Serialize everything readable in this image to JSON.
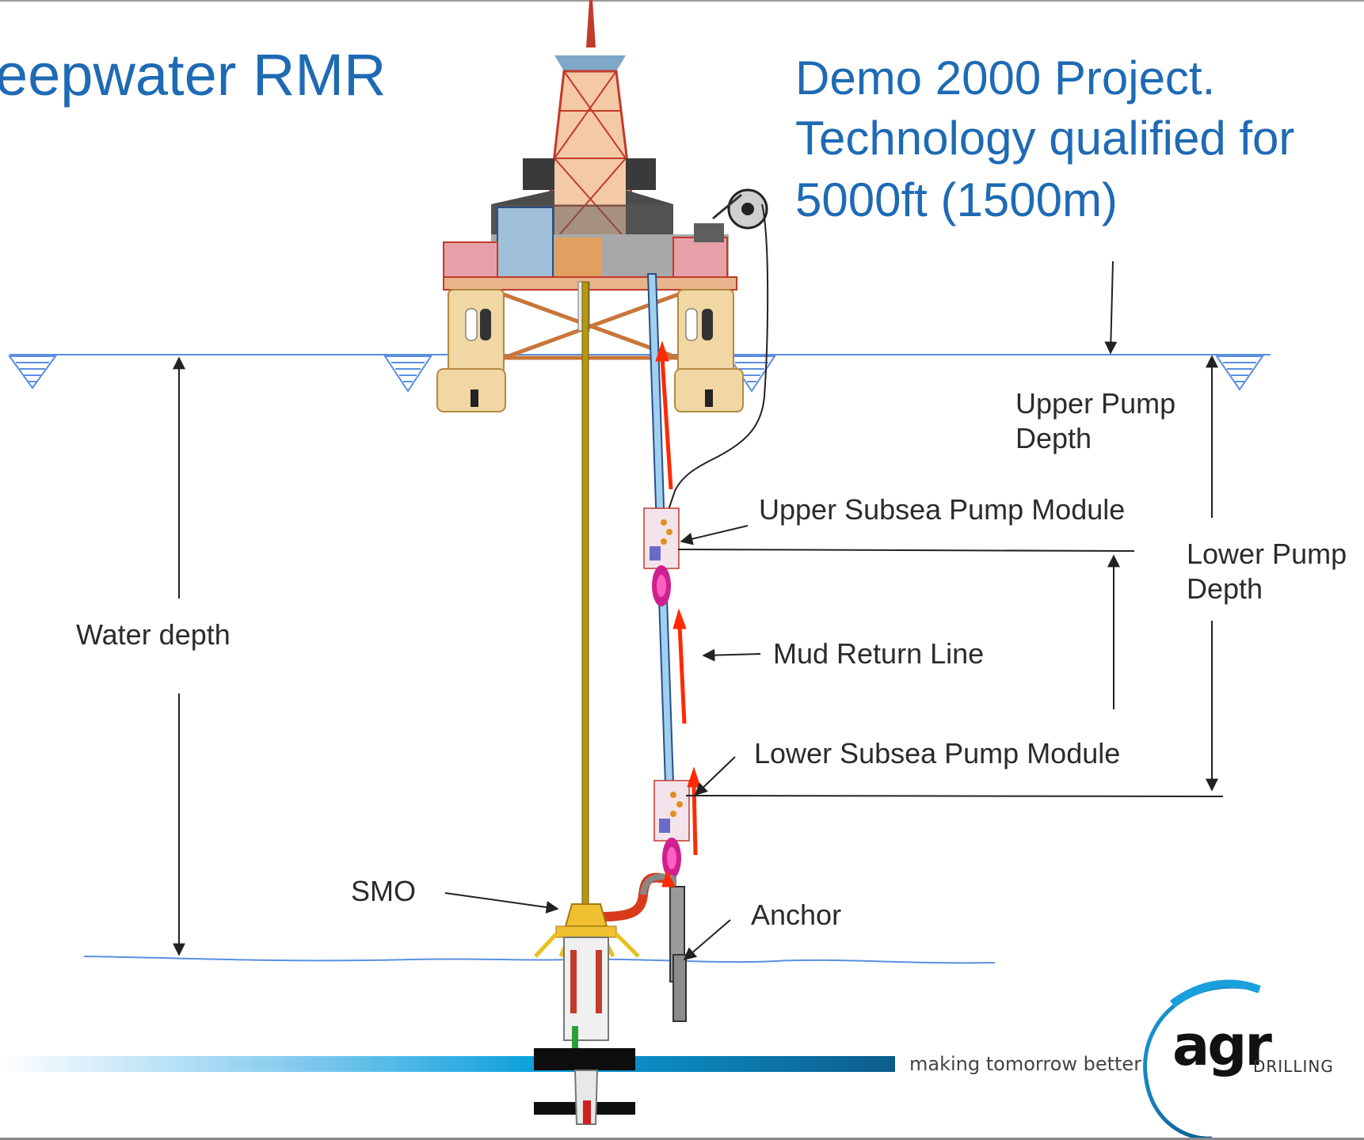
{
  "slide": {
    "title": "eepwater RMR",
    "project_line1": "Demo 2000 Project.",
    "project_line2": "Technology qualified for",
    "project_line3": "5000ft (1500m)"
  },
  "labels": {
    "upper_pump_depth": [
      "Upper Pump",
      "Depth"
    ],
    "lower_pump_depth": [
      "Lower Pump",
      "Depth"
    ],
    "upper_module": "Upper Subsea Pump Module",
    "lower_module": "Lower Subsea Pump Module",
    "mud_return_line": "Mud Return Line",
    "water_depth": "Water depth",
    "smo": "SMO",
    "anchor": "Anchor"
  },
  "branding": {
    "tagline": "making tomorrow better",
    "logo_text": "agr",
    "logo_sub": "DRILLING"
  },
  "colors": {
    "title_blue": "#1e6ab4",
    "water_line": "#5b8fe0",
    "flow_arrow": "#ff2a00",
    "return_line": "#9fd0f0",
    "drill_pipe": "#b59a10",
    "footer_blue": "#1aa0dc",
    "label_text": "#2b2b2b"
  }
}
